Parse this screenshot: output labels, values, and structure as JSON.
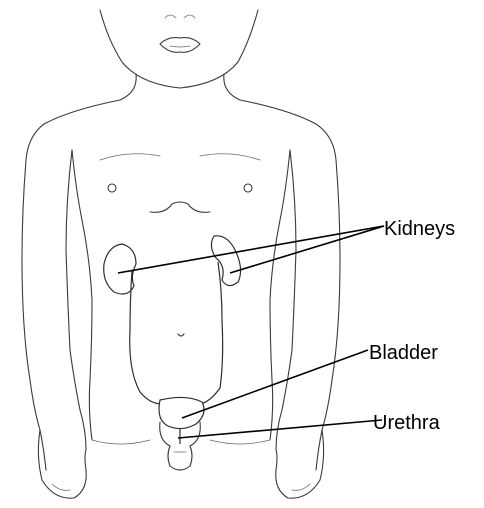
{
  "labels": {
    "kidneys": "Kidneys",
    "bladder": "Bladder",
    "urethra": "Urethra"
  },
  "colors": {
    "background": "#ffffff",
    "line": "#000000",
    "sketch": "#3a3a3a"
  }
}
